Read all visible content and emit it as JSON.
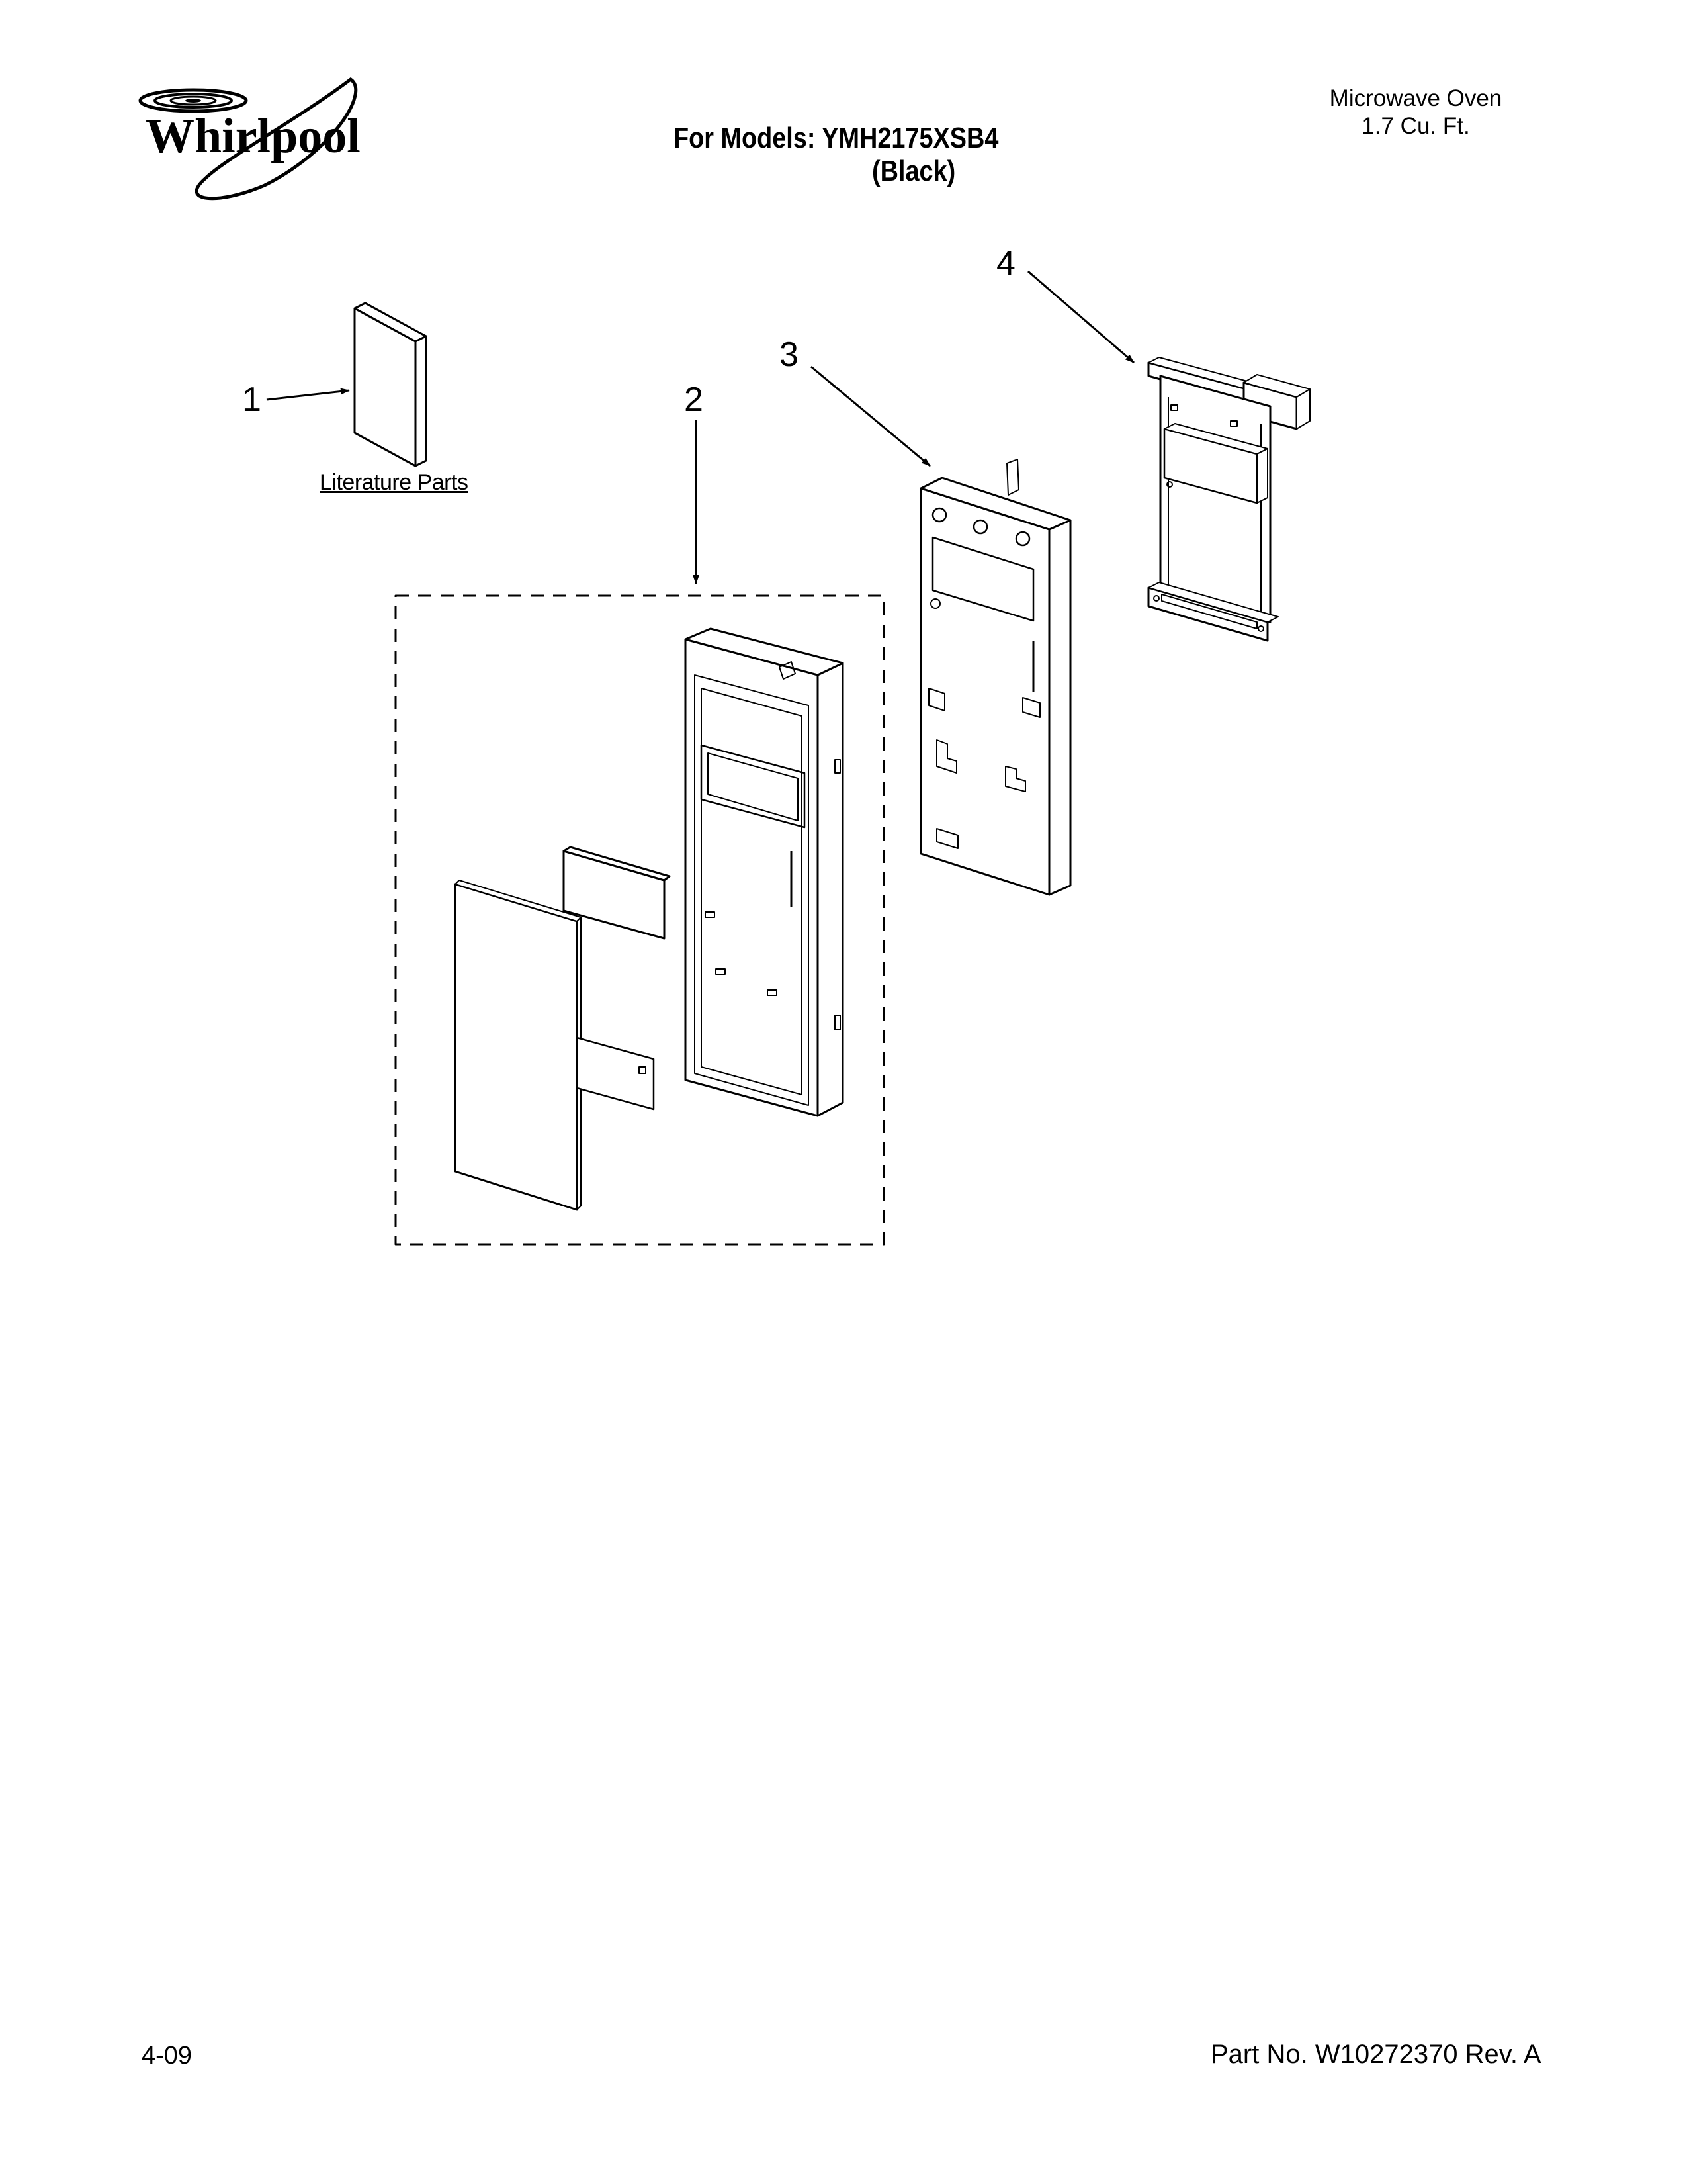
{
  "brand": {
    "name": "Whirlpool"
  },
  "header": {
    "product": "Microwave Oven",
    "capacity": "1.7 Cu. Ft.",
    "models_line": "For Models: YMH2175XSB4",
    "color_line": "(Black)"
  },
  "diagram": {
    "callouts": [
      {
        "number": "1",
        "part": "literature-parts"
      },
      {
        "number": "2",
        "part": "control-panel-assembly"
      },
      {
        "number": "3",
        "part": "control-panel-frame"
      },
      {
        "number": "4",
        "part": "control-bracket-assembly"
      }
    ],
    "literature_label": "Literature Parts"
  },
  "footer": {
    "date": "4-09",
    "part_number": "Part No. W10272370 Rev. A"
  }
}
